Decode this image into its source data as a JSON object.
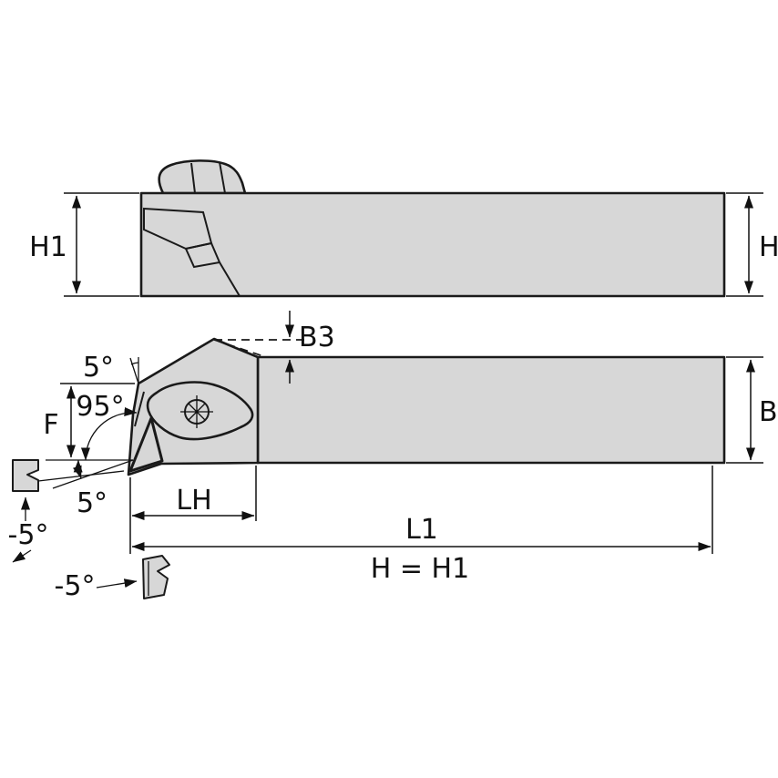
{
  "diagram": {
    "type": "technical-drawing",
    "subject": "lathe-toolholder-two-views",
    "labels": {
      "h1": "H1",
      "h": "H",
      "b3": "B3",
      "b": "B",
      "f": "F",
      "lead_angle": "95°",
      "rake_angle_top": "5°",
      "clearance_angle_front": "5°",
      "inclination_angle_left": "-5°",
      "inclination_angle_bottom": "-5°",
      "lh": "LH",
      "l1": "L1",
      "height_equality": "H = H1"
    },
    "colors": {
      "body_fill": "#d7d7d7",
      "outline": "#1a1a1a",
      "background": "#ffffff"
    }
  }
}
